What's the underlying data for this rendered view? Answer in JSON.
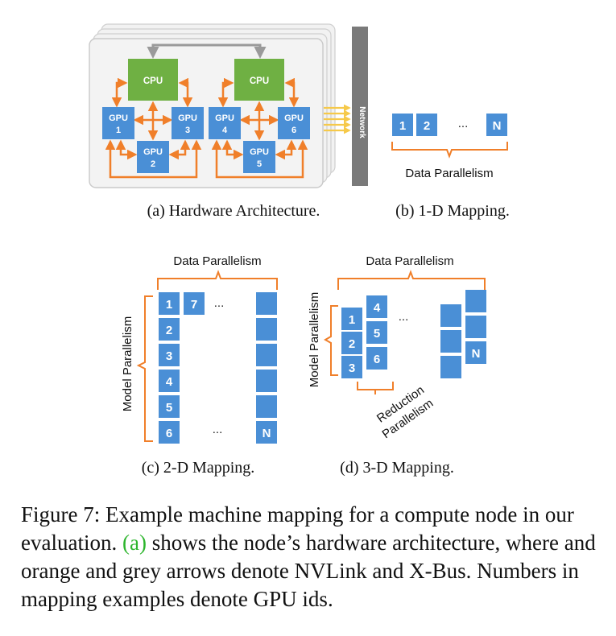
{
  "hardware": {
    "cpu_labels": [
      "CPU",
      "CPU"
    ],
    "gpus": [
      {
        "label": "GPU",
        "id": "1"
      },
      {
        "label": "GPU",
        "id": "2"
      },
      {
        "label": "GPU",
        "id": "3"
      },
      {
        "label": "GPU",
        "id": "4"
      },
      {
        "label": "GPU",
        "id": "5"
      },
      {
        "label": "GPU",
        "id": "6"
      }
    ],
    "network_label": "Network",
    "caption": "(a) Hardware Architecture."
  },
  "mapping_1d": {
    "boxes": [
      "1",
      "2",
      "N"
    ],
    "ellipsis": "...",
    "brace_label": "Data Parallelism",
    "caption": "(b) 1-D Mapping."
  },
  "mapping_2d": {
    "top_label": "Data Parallelism",
    "side_label": "Model Parallelism",
    "column": [
      "1",
      "2",
      "3",
      "4",
      "5",
      "6"
    ],
    "second_column_top": "7",
    "last_column_bottom": "N",
    "ellipsis": "...",
    "caption": "(c) 2-D Mapping."
  },
  "mapping_3d": {
    "top_label": "Data Parallelism",
    "side_label": "Model Parallelism",
    "front_column": [
      "1",
      "2",
      "3"
    ],
    "back_column": [
      "4",
      "5",
      "6"
    ],
    "reduction_label_1": "Reduction",
    "reduction_label_2": "Parallelism",
    "ellipsis": "...",
    "last_stack_label": "N",
    "caption": "(d) 3-D Mapping."
  },
  "figure_caption": {
    "prefix": "Figure 7: Example machine mapping for a compute node in our evaluation.",
    "link": "(a)",
    "suffix": "shows the node’s hardware architecture, where and orange and grey arrows denote NVLink and X-Bus. Numbers in mapping examples denote GPU ids."
  },
  "colors": {
    "gpu_blue": "#4a8fd6",
    "cpu_green": "#6fb043",
    "nvlink_orange": "#f07f2a",
    "xbus_grey": "#9a9a9a",
    "network_yellow": "#f6c94a",
    "caption_link_green": "#2db52d"
  }
}
